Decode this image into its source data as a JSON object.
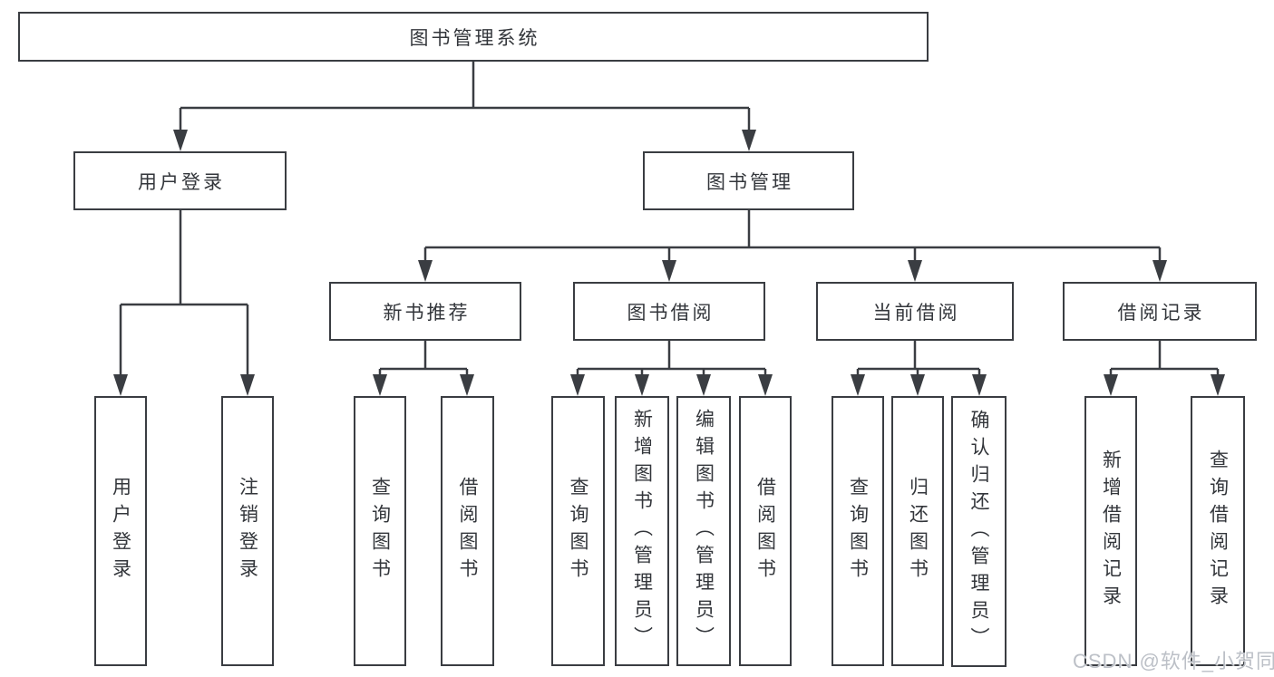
{
  "colors": {
    "line": "#3a3d42",
    "box_border": "#3a3d42",
    "text": "#33363b",
    "background": "#ffffff",
    "watermark": "#bcc0c7"
  },
  "watermark": {
    "text": "CSDN @软件_小贺同学"
  },
  "tree": {
    "root": {
      "label": "图书管理系统"
    },
    "branches": [
      {
        "label": "用户登录",
        "children": [
          {
            "label": "用户登录"
          },
          {
            "label": "注销登录"
          }
        ]
      },
      {
        "label": "图书管理",
        "children": [
          {
            "label": "新书推荐",
            "children": [
              {
                "label": "查询图书"
              },
              {
                "label": "借阅图书"
              }
            ]
          },
          {
            "label": "图书借阅",
            "children": [
              {
                "label": "查询图书"
              },
              {
                "label": "新增图书（管理员）"
              },
              {
                "label": "编辑图书（管理员）"
              },
              {
                "label": "借阅图书"
              }
            ]
          },
          {
            "label": "当前借阅",
            "children": [
              {
                "label": "查询图书"
              },
              {
                "label": "归还图书"
              },
              {
                "label": "确认归还（管理员）"
              }
            ]
          },
          {
            "label": "借阅记录",
            "children": [
              {
                "label": "新增借阅记录"
              },
              {
                "label": "查询借阅记录"
              }
            ]
          }
        ]
      }
    ]
  }
}
